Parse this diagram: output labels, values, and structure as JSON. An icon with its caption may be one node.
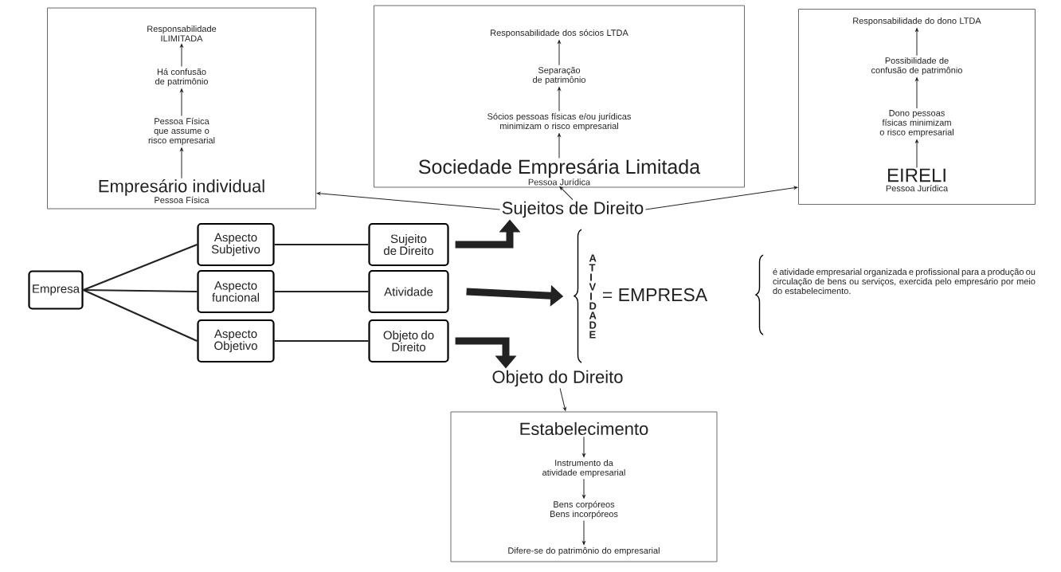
{
  "diagram": {
    "nodes": [
      {
        "text": [],
        "shape": "box"
      },
      {
        "text": [
          "Responsabilidade ILIMITADA"
        ],
        "in": 0
      },
      {
        "text": [
          "Há confusão de patrimônio"
        ],
        "in": 0
      },
      {
        "text": [
          "Pessoa Física que assume o risco empresarial"
        ],
        "in": 0
      },
      {
        "text": [
          "Empresário individual",
          "Pessoa Física"
        ],
        "in": 0
      },
      {
        "text": [],
        "shape": "box"
      },
      {
        "text": [
          "Responsabilidade dos sócios LTDA"
        ],
        "in": 5
      },
      {
        "text": [
          "Separação de patrimônio"
        ],
        "in": 5
      },
      {
        "text": [
          "Sócios pessoas físicas e/ou jurídicas minimizam o risco empresarial"
        ],
        "in": 5
      },
      {
        "text": [
          "Sociedade Empresária Limitada",
          "Pessoa Jurídica"
        ],
        "in": 5
      },
      {
        "text": [],
        "shape": "box"
      },
      {
        "text": [
          "Responsabilidade do dono LTDA"
        ],
        "in": 10
      },
      {
        "text": [
          "Possibilidade de confusão de patrimônio"
        ],
        "in": 10
      },
      {
        "text": [
          "Dono pessoas físicas minimizam o risco empresarial"
        ],
        "in": 10
      },
      {
        "text": [
          "EIRELI",
          "Pessoa Jurídica"
        ],
        "in": 10
      },
      {
        "text": [
          "Sujeitos de Direito"
        ]
      },
      {
        "text": [
          "Empresa"
        ]
      },
      {
        "text": [
          "Aspecto Subjetivo"
        ]
      },
      {
        "text": [
          "Aspecto funcional"
        ]
      },
      {
        "text": [
          "Aspecto Objetivo"
        ]
      },
      {
        "text": [
          "Sujeito de Direito"
        ]
      },
      {
        "text": [
          "Atividade"
        ]
      },
      {
        "text": [
          "Objeto do Direito"
        ]
      },
      {
        "text": [
          "ATIVIDADE"
        ]
      },
      {
        "text": [
          "= EMPRESA"
        ]
      },
      {
        "text": [
          "é atividade empresarial organizada e profissional para a produção ou circulação de bens ou serviços, exercida pelo empresário por meio do estabelecimento."
        ]
      },
      {
        "text": [
          "Objeto do Direito"
        ]
      },
      {
        "text": [],
        "shape": "box"
      },
      {
        "text": [
          "Estabelecimento"
        ],
        "in": 27
      },
      {
        "text": [
          "Instrumento da atividade empresarial"
        ],
        "in": 27
      },
      {
        "text": [
          "Bens corpóreos Bens incorpóreos"
        ],
        "in": 27
      },
      {
        "text": [
          "Difere-se do patrimônio do empresarial"
        ],
        "in": 27
      }
    ],
    "edges": [
      {
        "from": 4,
        "to": 3,
        "arrow": "to"
      },
      {
        "from": 3,
        "to": 2,
        "arrow": "to"
      },
      {
        "from": 2,
        "to": 1,
        "arrow": "to"
      },
      {
        "from": 9,
        "to": 8,
        "arrow": "to"
      },
      {
        "from": 8,
        "to": 7,
        "arrow": "to"
      },
      {
        "from": 7,
        "to": 6,
        "arrow": "to"
      },
      {
        "from": 14,
        "to": 13,
        "arrow": "to"
      },
      {
        "from": 13,
        "to": 12,
        "arrow": "to"
      },
      {
        "from": 12,
        "to": 11,
        "arrow": "to"
      },
      {
        "from": 15,
        "to": 0,
        "arrow": "to"
      },
      {
        "from": 15,
        "to": 9,
        "arrow": "to"
      },
      {
        "from": 15,
        "to": 10,
        "arrow": "to"
      },
      {
        "from": 16,
        "to": 17,
        "arrow": "none"
      },
      {
        "from": 16,
        "to": 18,
        "arrow": "none"
      },
      {
        "from": 16,
        "to": 19,
        "arrow": "none"
      },
      {
        "from": 17,
        "to": 20,
        "arrow": "none"
      },
      {
        "from": 18,
        "to": 21,
        "arrow": "none"
      },
      {
        "from": 19,
        "to": 22,
        "arrow": "none"
      },
      {
        "from": 20,
        "to": 15,
        "arrow": "to",
        "style": "thick"
      },
      {
        "from": 21,
        "to": 23,
        "arrow": "to",
        "style": "thick"
      },
      {
        "from": 22,
        "to": 26,
        "arrow": "to",
        "style": "thick"
      },
      {
        "from": 26,
        "to": 27,
        "arrow": "to"
      },
      {
        "from": 28,
        "to": 29,
        "arrow": "to"
      },
      {
        "from": 29,
        "to": 30,
        "arrow": "to"
      },
      {
        "from": 30,
        "to": 31,
        "arrow": "to"
      }
    ]
  }
}
